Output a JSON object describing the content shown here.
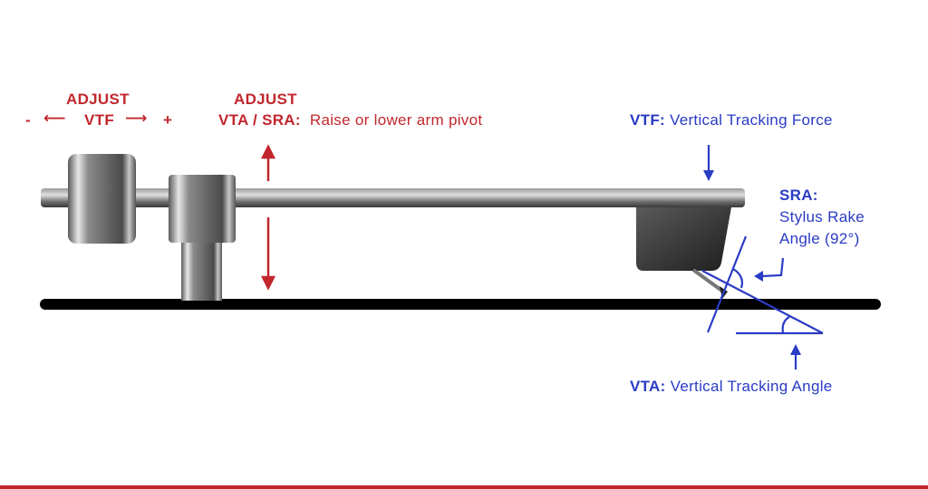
{
  "vtf_adjust": {
    "title": "ADJUST",
    "label": "VTF",
    "minus": "-",
    "plus": "+"
  },
  "vta_adjust": {
    "title": "ADJUST",
    "label": "VTA / SRA:",
    "description": "Raise or lower arm pivot"
  },
  "vtf_label": {
    "abbr": "VTF:",
    "text": "Vertical Tracking Force"
  },
  "sra_label": {
    "abbr": "SRA:",
    "line1": "Stylus Rake",
    "line2": "Angle (92°)"
  },
  "vta_label": {
    "abbr": "VTA:",
    "text": "Vertical Tracking Angle"
  },
  "colors": {
    "red": "#c1272d",
    "blue": "#2a3bc4"
  }
}
